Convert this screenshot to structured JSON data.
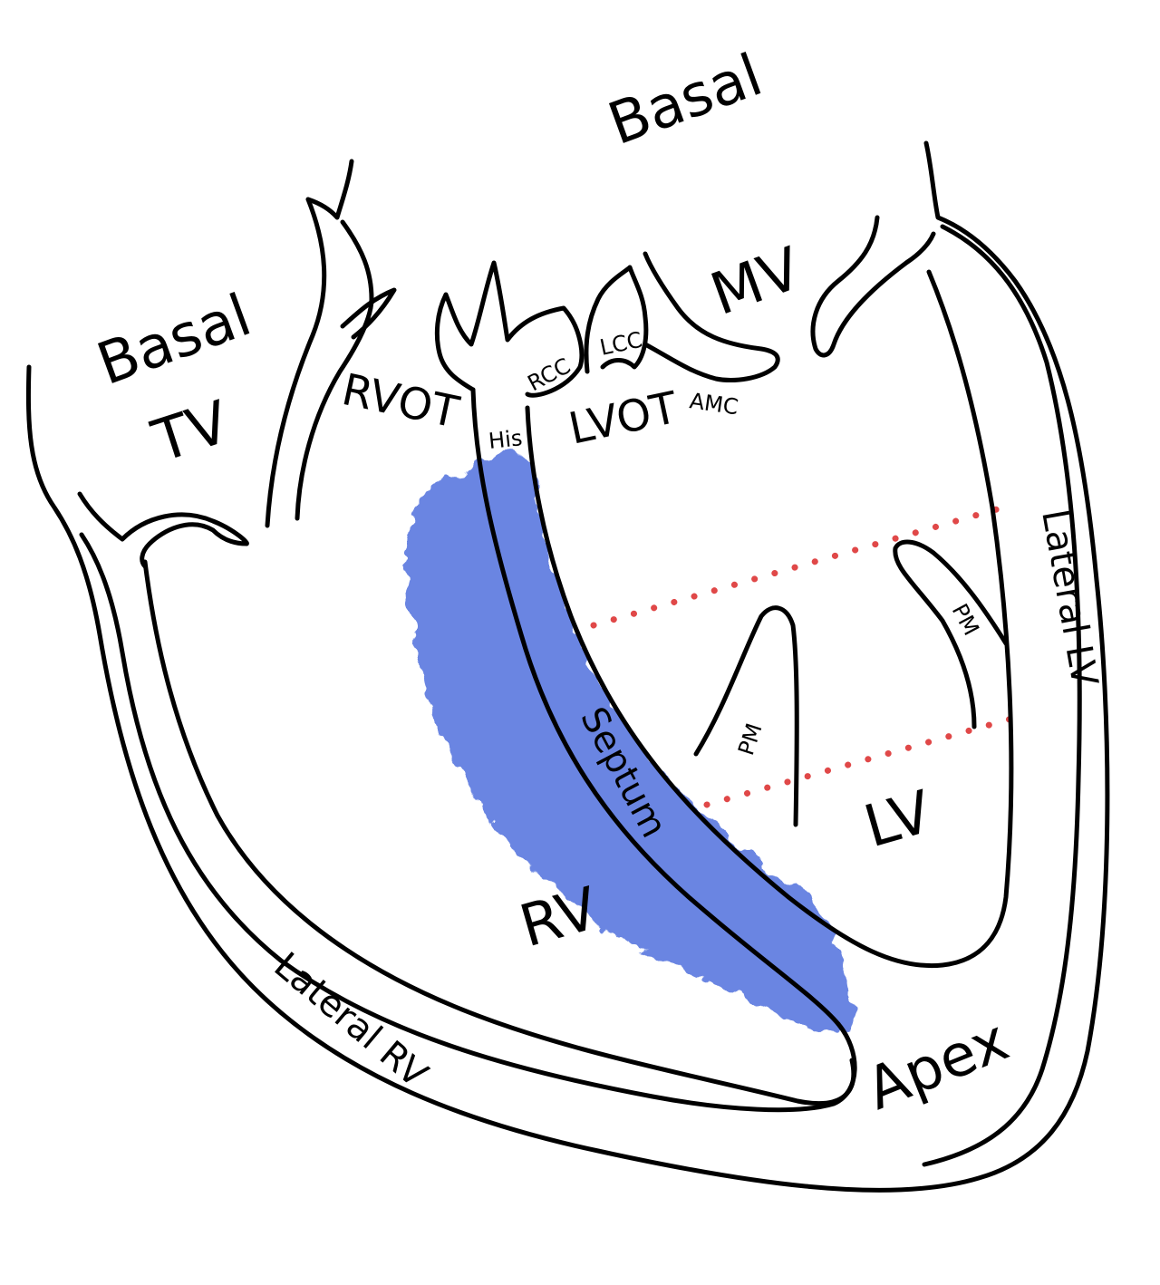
{
  "colors": {
    "outline": "#000000",
    "highlight": "#5a78df",
    "dots": "#e04848"
  },
  "labels": {
    "basal_top": "Basal",
    "basal_left": "Basal",
    "tv": "TV",
    "rvot": "RVOT",
    "his": "His",
    "rcc": "RCC",
    "lcc": "LCC",
    "lvot": "LVOT",
    "amc": "AMC",
    "mv": "MV",
    "lateral_lv": "Lateral LV",
    "pm_left": "PM",
    "pm_right": "PM",
    "septum": "Septum",
    "lv": "LV",
    "rv": "RV",
    "apex": "Apex",
    "lateral_rv": "Lateral RV"
  }
}
